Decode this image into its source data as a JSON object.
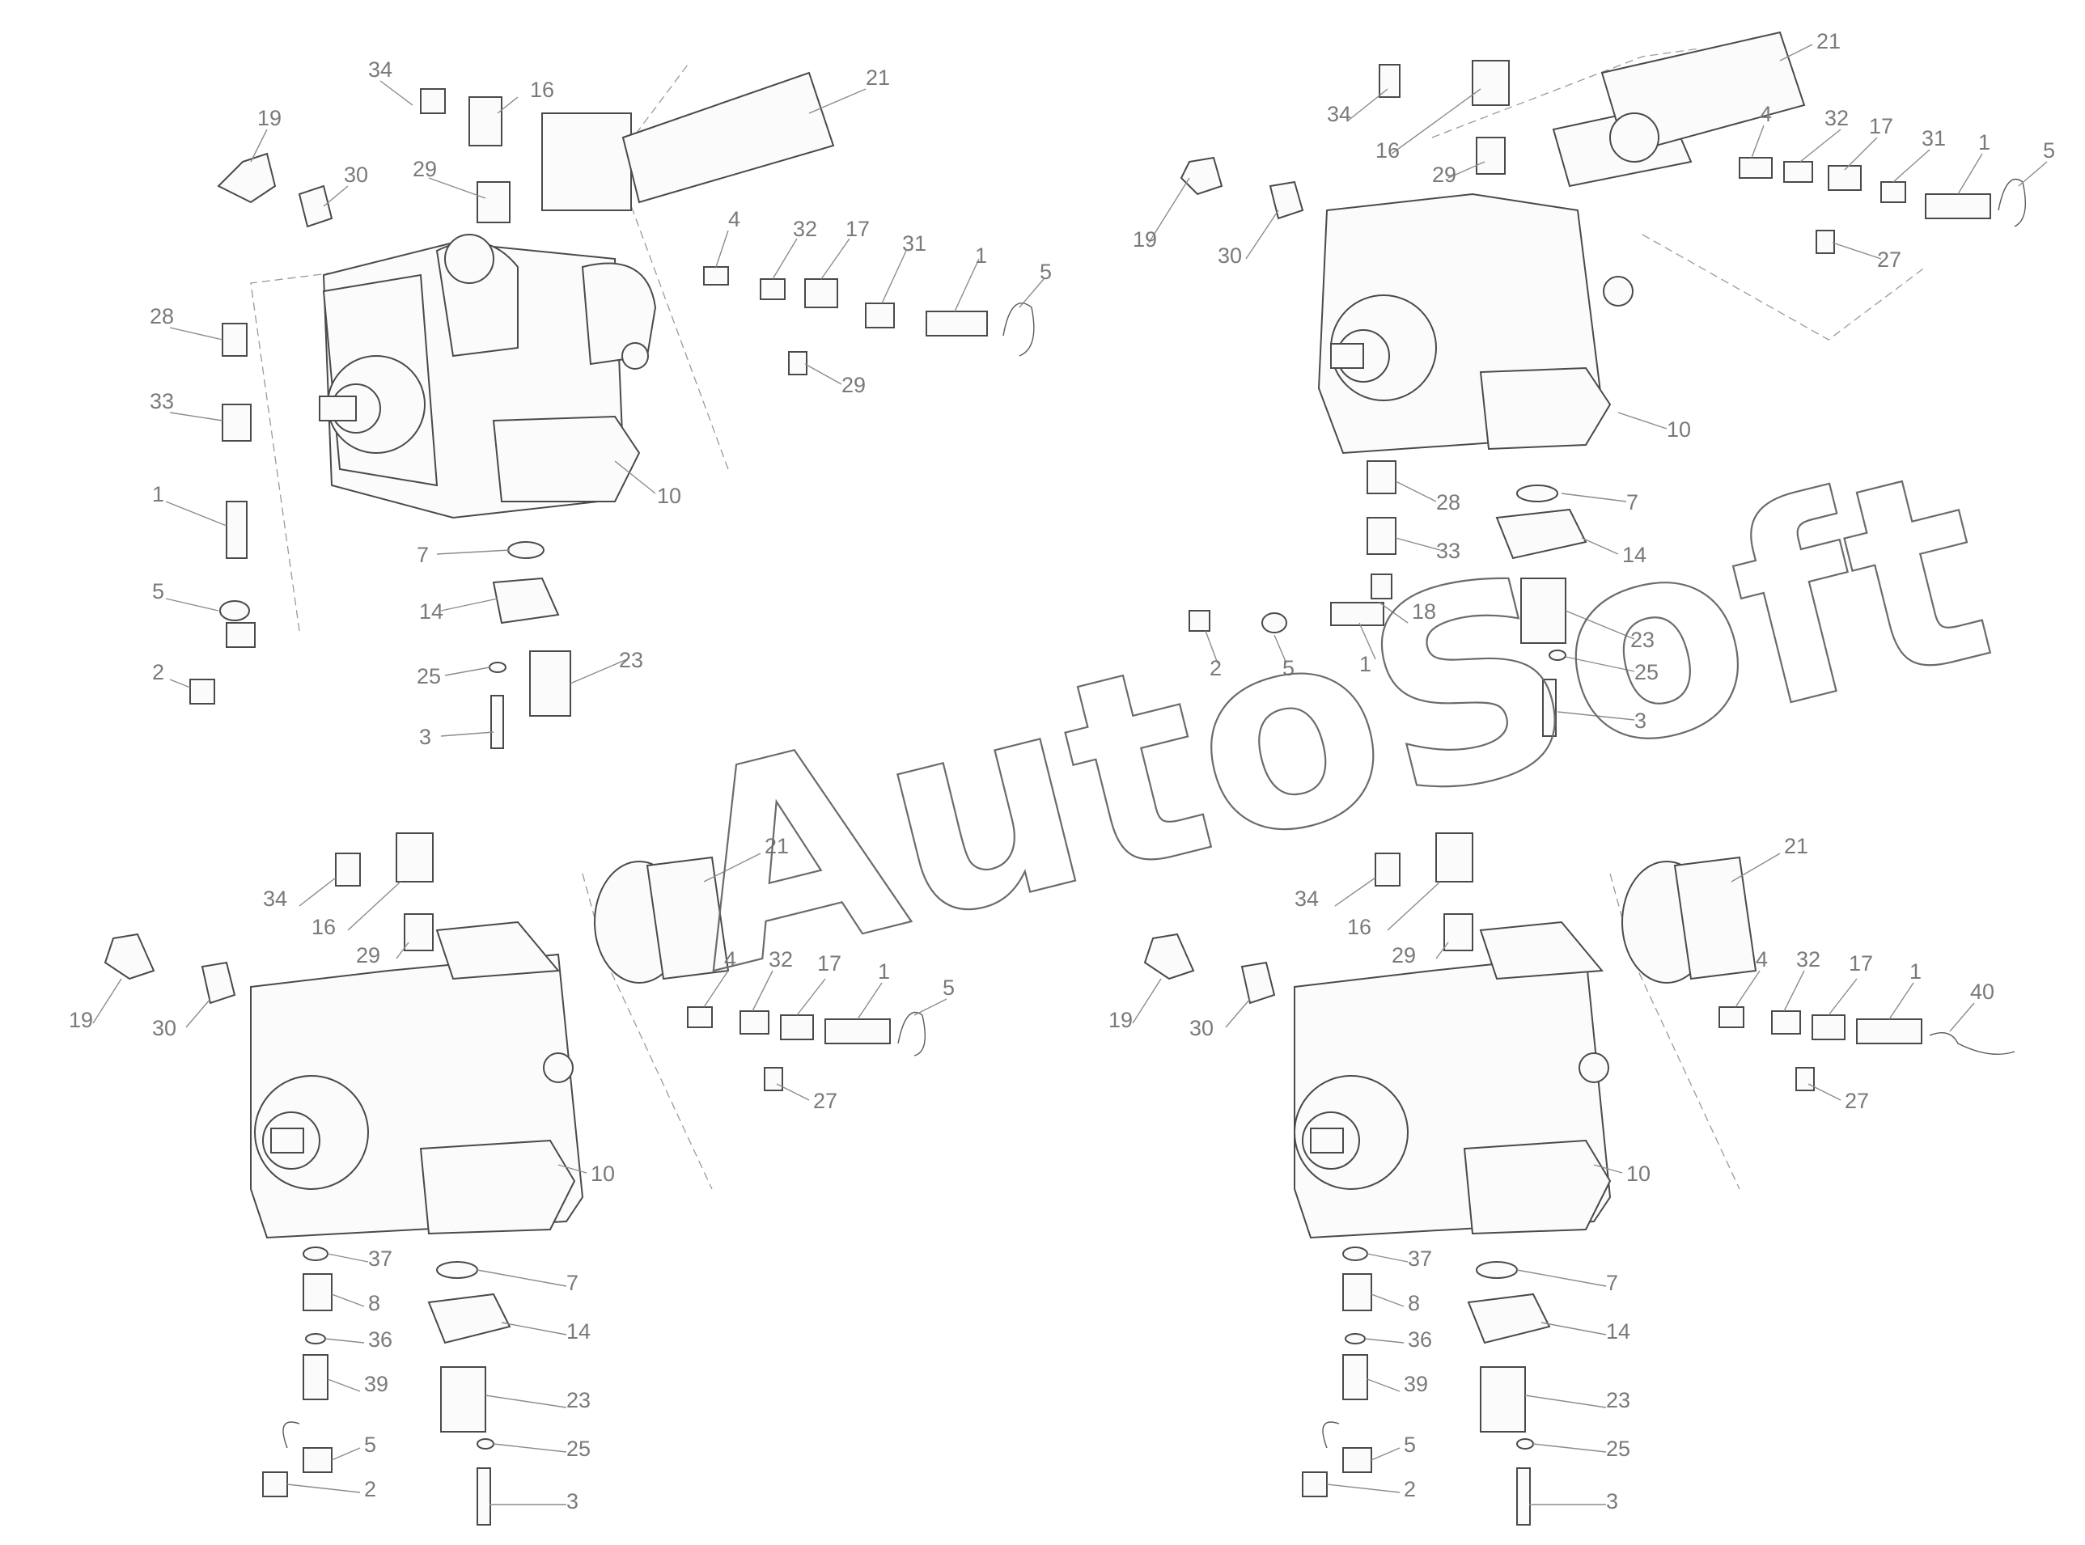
{
  "watermark": {
    "text": "AutoSoft"
  },
  "views": [
    {
      "id": "top-left",
      "callouts": [
        "34",
        "16",
        "21",
        "19",
        "30",
        "29",
        "28",
        "33",
        "1",
        "5",
        "2",
        "4",
        "32",
        "17",
        "31",
        "1",
        "5",
        "29",
        "10",
        "7",
        "14",
        "25",
        "23",
        "3"
      ]
    },
    {
      "id": "top-right",
      "callouts": [
        "21",
        "34",
        "16",
        "29",
        "19",
        "30",
        "4",
        "32",
        "17",
        "31",
        "1",
        "5",
        "27",
        "10",
        "28",
        "7",
        "33",
        "14",
        "18",
        "1",
        "2",
        "5",
        "23",
        "25",
        "3"
      ]
    },
    {
      "id": "bottom-left",
      "callouts": [
        "34",
        "16",
        "21",
        "29",
        "19",
        "30",
        "4",
        "32",
        "17",
        "1",
        "5",
        "27",
        "10",
        "37",
        "7",
        "8",
        "14",
        "36",
        "39",
        "23",
        "5",
        "25",
        "2",
        "3"
      ]
    },
    {
      "id": "bottom-right",
      "callouts": [
        "21",
        "34",
        "16",
        "29",
        "19",
        "30",
        "4",
        "32",
        "17",
        "1",
        "40",
        "27",
        "10",
        "37",
        "7",
        "8",
        "14",
        "36",
        "39",
        "23",
        "5",
        "25",
        "2",
        "3"
      ]
    }
  ]
}
